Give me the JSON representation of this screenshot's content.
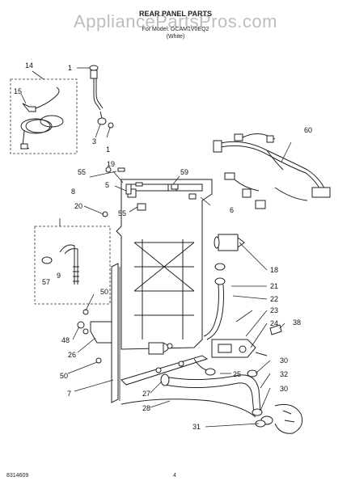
{
  "watermark": "AppliancePartsPros.com",
  "title": "REAR PANEL PARTS",
  "subtitle_model": "For Model: GCAM1V0EQ2",
  "subtitle_color": "(White)",
  "callouts": [
    "1",
    "3",
    "1",
    "14",
    "15",
    "19",
    "55",
    "5",
    "59",
    "60",
    "8",
    "20",
    "6",
    "55",
    "9",
    "57",
    "18",
    "21",
    "22",
    "50",
    "23",
    "24",
    "38",
    "48",
    "26",
    "25",
    "30",
    "32",
    "30",
    "50",
    "7",
    "27",
    "28",
    "31"
  ],
  "footer_left": "8314609",
  "footer_page": "4"
}
